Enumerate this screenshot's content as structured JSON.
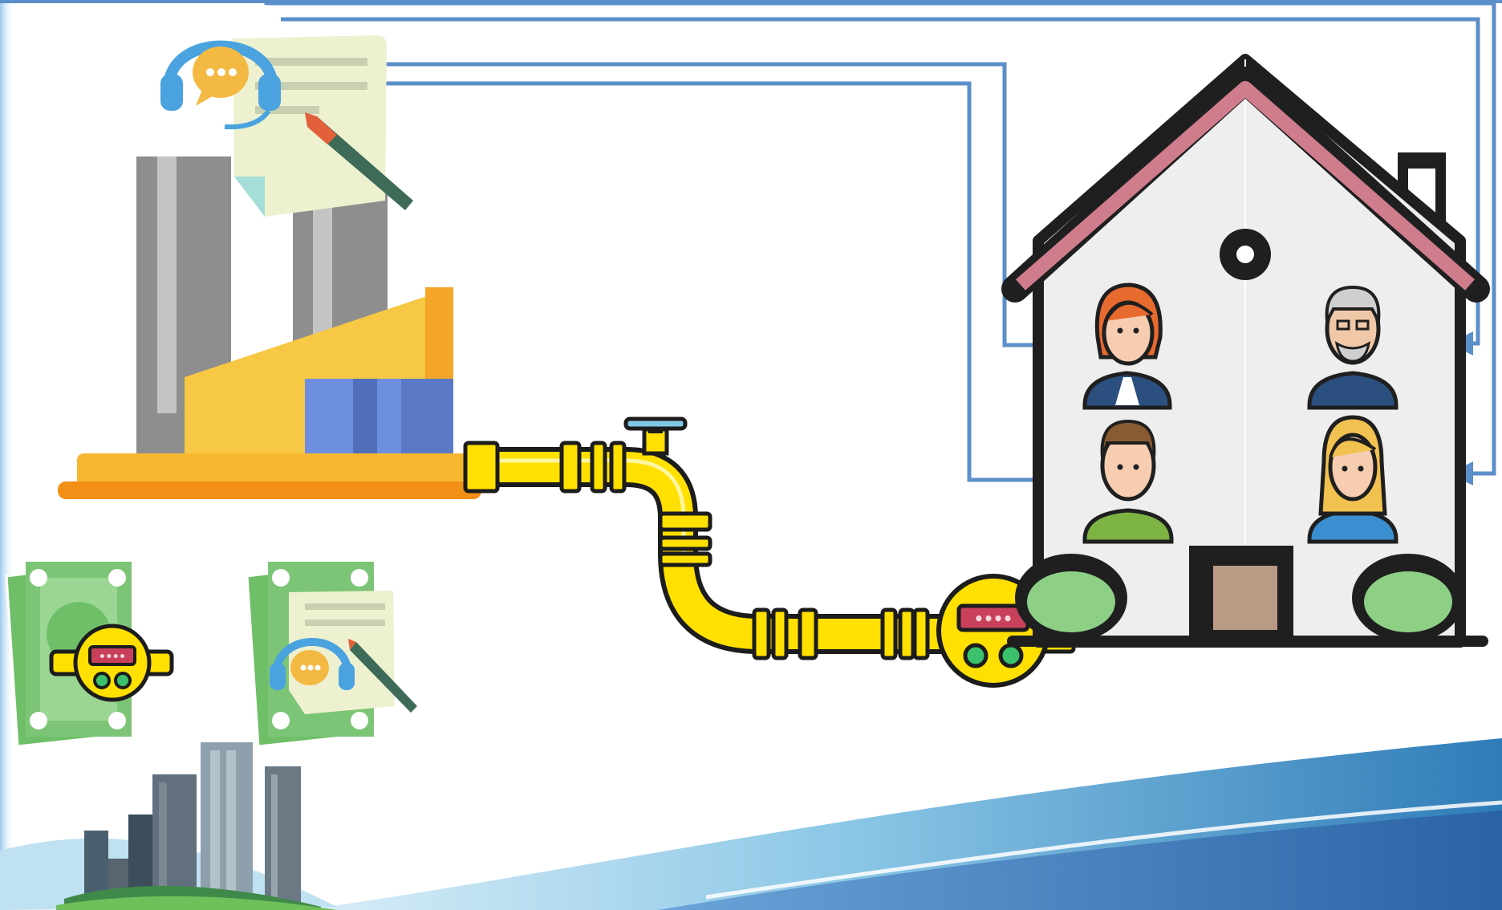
{
  "diagram": {
    "nodes": [
      {
        "id": "factory",
        "icon": "factory-icon"
      },
      {
        "id": "service",
        "icon": "customer-service-contract-icon"
      },
      {
        "id": "pipeline",
        "icon": "gas-pipeline-icon"
      },
      {
        "id": "main-meter",
        "icon": "gas-meter-icon",
        "digits": "••••"
      },
      {
        "id": "house",
        "icon": "house-icon"
      },
      {
        "id": "residents",
        "icon": "residents-icon",
        "count": 4
      },
      {
        "id": "bill-meter",
        "icon": "money-meter-icon",
        "digits": "••••"
      },
      {
        "id": "bill-service",
        "icon": "money-service-icon"
      },
      {
        "id": "city",
        "icon": "city-skyline-icon"
      }
    ],
    "edges": [
      {
        "from": "service",
        "to": "residents",
        "kind": "information-arrow",
        "count": 4
      },
      {
        "from": "factory",
        "to": "house",
        "kind": "gas-pipe",
        "via": "main-meter"
      }
    ]
  },
  "colors": {
    "pipe_yellow": "#FFE000",
    "pipe_outline": "#1c1c1c",
    "arrow_blue": "#5b8fc9",
    "roof": "#cf7d8d",
    "factory_orange": "#f7b731",
    "smokestack": "#8e8e8e",
    "money_green": "#7cc576",
    "wave_blue": "#3f8fc4"
  }
}
